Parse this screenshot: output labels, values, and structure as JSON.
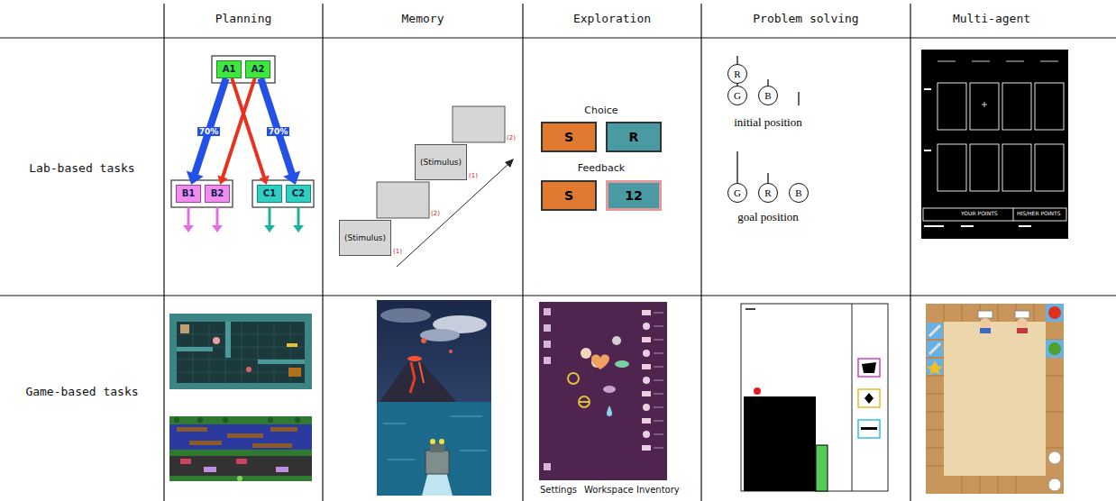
{
  "diagram": {
    "nodes": [
      {
        "text": [
          "A1"
        ]
      },
      {
        "text": [
          "A2"
        ]
      },
      {
        "text": [
          "B1"
        ]
      },
      {
        "text": [
          "B2"
        ]
      },
      {
        "text": [
          "C1"
        ]
      },
      {
        "text": [
          "C2"
        ]
      },
      {
        "text": [
          "(Stimulus)"
        ]
      },
      {
        "text": [
          "(Stimulus)"
        ]
      },
      {
        "text": [
          "S"
        ]
      },
      {
        "text": [
          "R"
        ]
      },
      {
        "text": [
          "S"
        ]
      },
      {
        "text": [
          "12"
        ]
      },
      {
        "text": [
          "R"
        ]
      },
      {
        "text": [
          "G"
        ]
      },
      {
        "text": [
          "B"
        ]
      },
      {
        "text": [
          "G"
        ]
      },
      {
        "text": [
          "R"
        ]
      },
      {
        "text": [
          "B"
        ]
      }
    ],
    "edges": [
      {
        "from": 0,
        "to": 2,
        "label": "70%",
        "arrow": "to"
      },
      {
        "from": 0,
        "to": 4,
        "arrow": "to"
      },
      {
        "from": 1,
        "to": 3,
        "arrow": "to"
      },
      {
        "from": 1,
        "to": 5,
        "label": "70%",
        "arrow": "to"
      }
    ],
    "labels": [
      "Planning",
      "Memory",
      "Exploration",
      "Problem solving",
      "Multi-agent",
      "Lab-based tasks",
      "Game-based tasks",
      "(1)",
      "(2)",
      "(1)",
      "(2)",
      "Choice",
      "Feedback",
      "initial position",
      "goal position",
      "YOUR POINTS",
      "HIS/HER POINTS",
      "Settings",
      "Workspace",
      "Inventory"
    ]
  }
}
